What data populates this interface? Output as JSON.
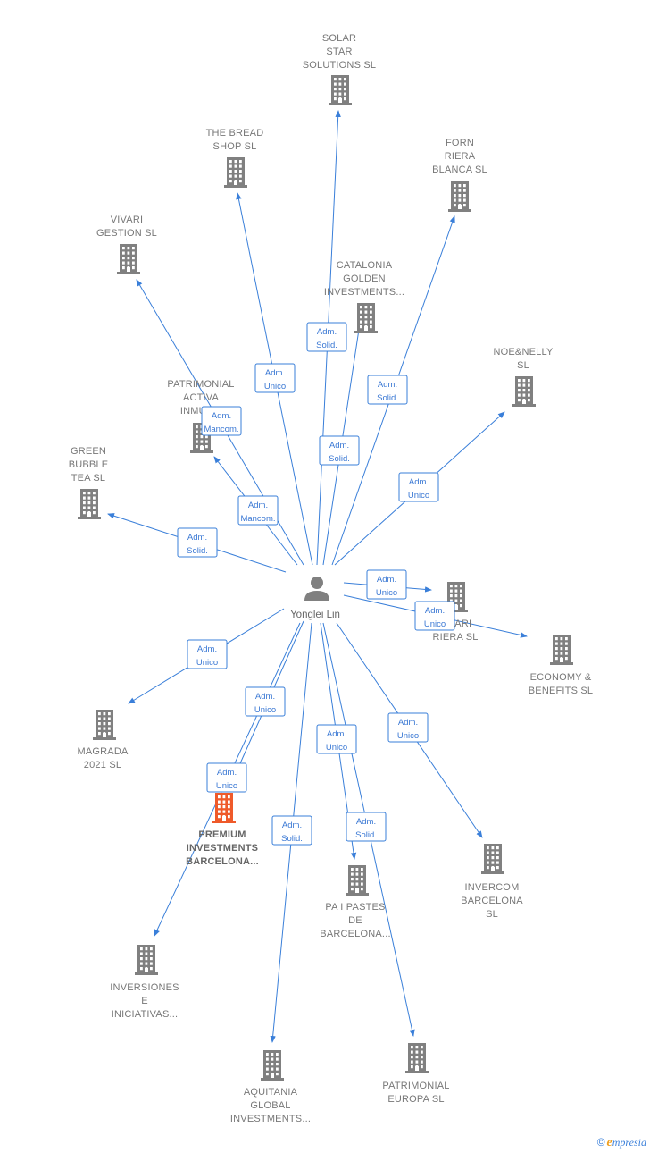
{
  "center": {
    "name": "Yonglei Lin"
  },
  "colors": {
    "edge": "#3a7fd9",
    "building": "#808080",
    "building_highlight": "#ef5a2a",
    "label": "#777777"
  },
  "nodes": [
    {
      "id": "solar",
      "lines": [
        "SOLAR",
        "STAR",
        "SOLUTIONS  SL"
      ]
    },
    {
      "id": "bread",
      "lines": [
        "THE BREAD",
        "SHOP  SL"
      ]
    },
    {
      "id": "forn",
      "lines": [
        "FORN",
        "RIERA",
        "BLANCA  SL"
      ]
    },
    {
      "id": "vivarig",
      "lines": [
        "VIVARI",
        "GESTION  SL"
      ]
    },
    {
      "id": "catalonia",
      "lines": [
        "CATALONIA",
        "GOLDEN",
        "INVESTMENTS..."
      ]
    },
    {
      "id": "noe",
      "lines": [
        "NOE&NELLY",
        "SL"
      ]
    },
    {
      "id": "patrimonial",
      "lines": [
        "PATRIMONIAL",
        "ACTIVA",
        "INMUE..."
      ]
    },
    {
      "id": "green",
      "lines": [
        "GREEN",
        "BUBBLE",
        "TEA  SL"
      ]
    },
    {
      "id": "vivarir",
      "lines": [
        "VIVARI",
        "RIERA  SL"
      ]
    },
    {
      "id": "economy",
      "lines": [
        "ECONOMY &",
        "BENEFITS  SL"
      ]
    },
    {
      "id": "magrada",
      "lines": [
        "MAGRADA",
        "2021  SL"
      ]
    },
    {
      "id": "premium",
      "lines": [
        "PREMIUM",
        "INVESTMENTS",
        "BARCELONA..."
      ]
    },
    {
      "id": "invercom",
      "lines": [
        "INVERCOM",
        "BARCELONA",
        "SL"
      ]
    },
    {
      "id": "papastes",
      "lines": [
        "PA I PASTES",
        "DE",
        "BARCELONA..."
      ]
    },
    {
      "id": "inversiones",
      "lines": [
        "INVERSIONES",
        "E",
        "INICIATIVAS..."
      ]
    },
    {
      "id": "aquitania",
      "lines": [
        "AQUITANIA",
        "GLOBAL",
        "INVESTMENTS..."
      ]
    },
    {
      "id": "patreuropa",
      "lines": [
        "PATRIMONIAL",
        "EUROPA  SL"
      ]
    }
  ],
  "edges": [
    {
      "to": "solar",
      "lines": [
        "Adm.",
        "Solid."
      ]
    },
    {
      "to": "bread",
      "lines": [
        "Adm.",
        "Unico"
      ]
    },
    {
      "to": "forn",
      "lines": [
        "Adm.",
        "Solid."
      ]
    },
    {
      "to": "vivarig",
      "lines": [
        "Adm.",
        "Mancom."
      ]
    },
    {
      "to": "catalonia",
      "lines": [
        "Adm.",
        "Solid."
      ]
    },
    {
      "to": "noe",
      "lines": [
        "Adm.",
        "Unico"
      ]
    },
    {
      "to": "patrimonial",
      "lines": [
        "Adm.",
        "Mancom."
      ]
    },
    {
      "to": "green",
      "lines": [
        "Adm.",
        "Solid."
      ]
    },
    {
      "to": "vivarir",
      "lines": [
        "Adm.",
        "Unico"
      ]
    },
    {
      "to": "economy",
      "lines": [
        "Adm.",
        "Unico"
      ]
    },
    {
      "to": "magrada",
      "lines": [
        "Adm.",
        "Unico"
      ]
    },
    {
      "to": "premium",
      "lines": [
        "Adm.",
        "Unico"
      ]
    },
    {
      "to": "inversiones",
      "lines": [
        "Adm.",
        "Unico"
      ]
    },
    {
      "to": "papastes",
      "lines": [
        "Adm.",
        "Unico"
      ]
    },
    {
      "to": "invercom",
      "lines": [
        "Adm.",
        "Unico"
      ]
    },
    {
      "to": "aquitania",
      "lines": [
        "Adm.",
        "Solid."
      ]
    },
    {
      "to": "patreuropa",
      "lines": [
        "Adm.",
        "Solid."
      ]
    }
  ],
  "footer": {
    "copyright": "©",
    "brand_initial": "e",
    "brand_rest": "mpresia"
  }
}
